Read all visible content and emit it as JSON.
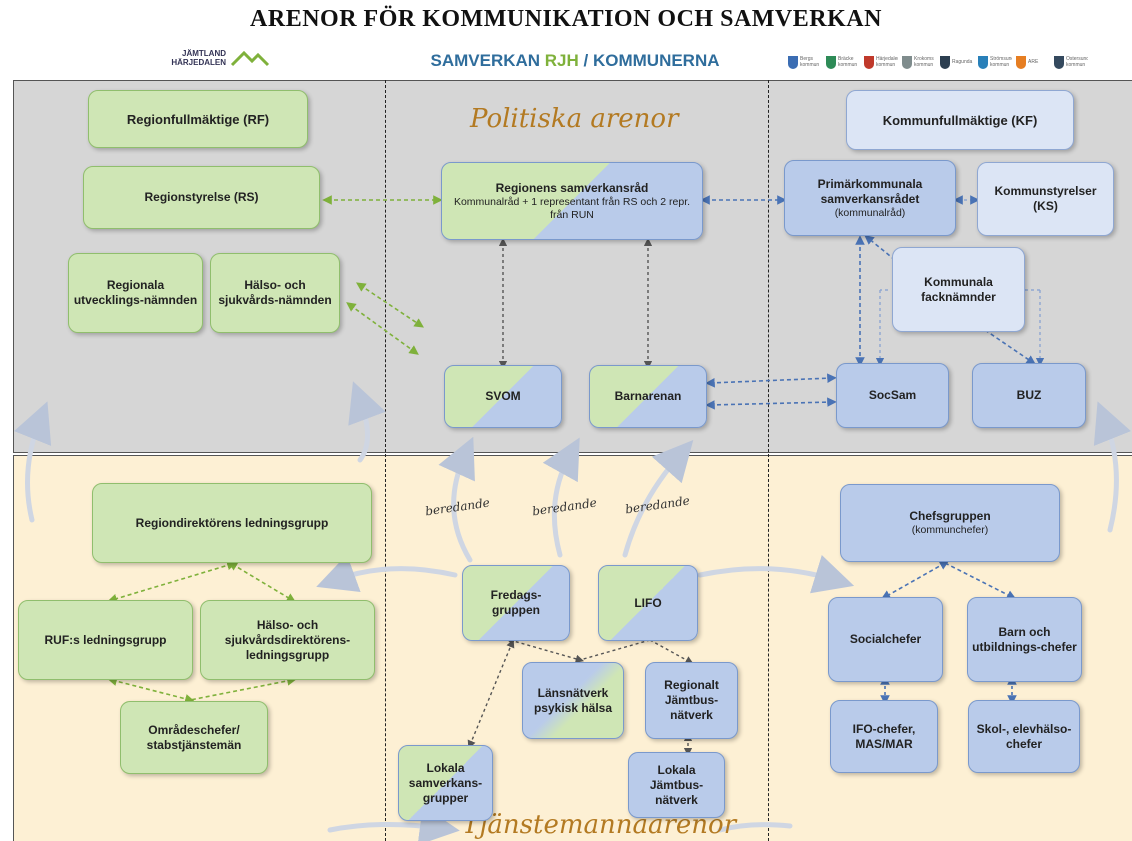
{
  "title": "ARENOR FÖR KOMMUNIKATION OCH SAMVERKAN",
  "subtitle": {
    "part1": "SAMVERKAN ",
    "part2": "RJH",
    "part3": " / KOMMUNERNA"
  },
  "logo_left": {
    "text": "JÄMTLAND HÄRJEDALEN"
  },
  "colors": {
    "green_box": "#cfe6b5",
    "blue_box": "#b9cbea",
    "top_arena_bg": "#d6d6d6",
    "bottom_arena_bg": "#fdf0d4",
    "title_accent": "#2f6d9c",
    "rjh_green": "#7fb13b"
  },
  "arenas": {
    "political": "Politiska arenor",
    "officials": "Tjänstemannaarenor"
  },
  "beredande": [
    "beredande",
    "beredande",
    "beredande"
  ],
  "region_top": {
    "rf": "Regionfullmäktige (RF)",
    "rs": "Regionstyrelse (RS)",
    "run": "Regionala utvecklings-nämnden",
    "hsn": "Hälso- och sjukvårds-nämnden"
  },
  "middle_top": {
    "samverkansrad_title": "Regionens samverkansråd",
    "samverkansrad_text": "Kommunalråd + 1 representant från RS och 2 repr. från RUN",
    "svom": "SVOM",
    "barnarenan": "Barnarenan"
  },
  "kommun_top": {
    "kf": "Kommunfullmäktige (KF)",
    "primar_title": "Primärkommunala samverkansrådet",
    "primar_sub": "(kommunalråd)",
    "ks": "Kommunstyrelser (KS)",
    "facknamnder": "Kommunala facknämnder",
    "socsam": "SocSam",
    "buz": "BUZ"
  },
  "region_bot": {
    "rd": "Regiondirektörens ledningsgrupp",
    "ruf": "RUF:s ledningsgrupp",
    "hsd": "Hälso- och sjukvårdsdirektörens-ledningsgrupp",
    "omrade": "Områdeschefer/ stabstjänstemän"
  },
  "middle_bot": {
    "fredag": "Fredags-gruppen",
    "lifo": "LIFO",
    "lansnatverk": "Länsnätverk psykisk hälsa",
    "jamtbus_reg": "Regionalt Jämtbus-nätverk",
    "lokala_samverkan": "Lokala samverkans-grupper",
    "lokala_jamtbus": "Lokala Jämtbus-nätverk"
  },
  "kommun_bot": {
    "chefsgruppen": "Chefsgruppen",
    "chefsgruppen_sub": "(kommunchefer)",
    "socialchefer": "Socialchefer",
    "barnutb": "Barn och utbildnings-chefer",
    "ifo": "IFO-chefer, MAS/MAR",
    "skol": "Skol-, elevhälso-chefer"
  },
  "municipal_logos": [
    "Bergs kommun",
    "Bräcke kommun",
    "Härjedalens kommun",
    "Krokoms kommun",
    "Ragunda",
    "Strömsunds kommun",
    "ÅRE",
    "Östersunds kommun"
  ]
}
